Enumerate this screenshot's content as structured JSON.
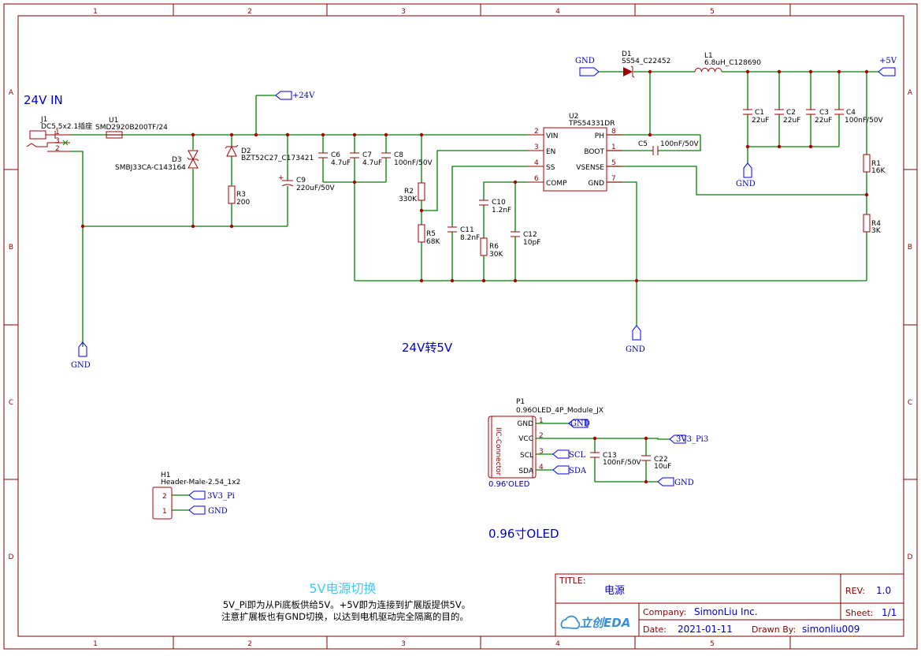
{
  "frame": {
    "cols": [
      "1",
      "2",
      "3",
      "4",
      "5"
    ],
    "rows": [
      "A",
      "B",
      "C",
      "D"
    ]
  },
  "notes": {
    "input": "24V IN",
    "converter": "24V转5V",
    "oled": "0.96寸OLED",
    "switch_title": "5V电源切换",
    "switch_line1": "5V_Pi即为从Pi底板供给5V。+5V即为连接到扩展版提供5V。",
    "switch_line2": "注意扩展板也有GND切换，以达到电机驱动完全隔离的目的。"
  },
  "nets": {
    "gnd": "GND",
    "p24": "+24V",
    "p5": "+5V",
    "v33pi3": "3V3_Pi3",
    "v33pi": "3V3_Pi",
    "scl": "SCL",
    "sda": "SDA"
  },
  "parts": {
    "j1_ref": "J1",
    "j1_val": "DC5.5x2.1插座",
    "u1_ref": "U1",
    "u1_val": "SMD2920B200TF/24",
    "d3_ref": "D3",
    "d3_val": "SMBJ33CA-C143164",
    "d2_ref": "D2",
    "d2_val": "BZT52C27_C173421",
    "r3_ref": "R3",
    "r3_val": "200",
    "c9_ref": "C9",
    "c9_val": "220uF/50V",
    "c6_ref": "C6",
    "c6_val": "4.7uF",
    "c7_ref": "C7",
    "c7_val": "4.7uF",
    "c8_ref": "C8",
    "c8_val": "100nF/50V",
    "r2_ref": "R2",
    "r2_val": "330K",
    "r5_ref": "R5",
    "r5_val": "68K",
    "c11_ref": "C11",
    "c11_val": "8.2nF",
    "c10_ref": "C10",
    "c10_val": "1.2nF",
    "r6_ref": "R6",
    "r6_val": "30K",
    "c12_ref": "C12",
    "c12_val": "10pF",
    "u2_ref": "U2",
    "u2_val": "TPS54331DR",
    "c5_ref": "C5",
    "c5_val": "100nF/50V",
    "d1_ref": "D1",
    "d1_val": "SS54_C22452",
    "l1_ref": "L1",
    "l1_val": "6.8uH_C128690",
    "c1_ref": "C1",
    "c1_val": "22uF",
    "c2_ref": "C2",
    "c2_val": "22uF",
    "c3_ref": "C3",
    "c3_val": "22uF",
    "c4_ref": "C4",
    "c4_val": "100nF/50V",
    "r1_ref": "R1",
    "r1_val": "16K",
    "r4_ref": "R4",
    "r4_val": "3K",
    "p1_ref": "P1",
    "p1_val": "0.96OLED_4P_Module_JX",
    "p1_conn": "IIC-Connector",
    "p1_name": "0.96'OLED",
    "c13_ref": "C13",
    "c13_val": "100nF/50V",
    "c22_ref": "C22",
    "c22_val": "10uF",
    "h1_ref": "H1",
    "h1_val": "Header-Male-2.54_1x2"
  },
  "u2_pins": {
    "vin": "VIN",
    "en": "EN",
    "ss": "SS",
    "comp": "COMP",
    "ph": "PH",
    "boot": "BOOT",
    "vsense": "VSENSE",
    "gnd": "GND",
    "n2": "2",
    "n3": "3",
    "n4": "4",
    "n6": "6",
    "n8": "8",
    "n1": "1",
    "n5": "5",
    "n7": "7"
  },
  "p1_pins": {
    "gnd": "GND",
    "vcc": "VCC",
    "scl": "SCL",
    "sda": "SDA",
    "n1": "1",
    "n2": "2",
    "n3": "3",
    "n4": "4"
  },
  "j1_pins": {
    "n1": "1",
    "n3": "3",
    "n2": "2"
  },
  "h1_pins": {
    "n2": "2",
    "n1": "1"
  },
  "title_block": {
    "title_label": "TITLE:",
    "title": "电源",
    "rev_label": "REV:",
    "rev": "1.0",
    "company_label": "Company:",
    "company": "SimonLiu Inc.",
    "sheet_label": "Sheet:",
    "sheet": "1/1",
    "date_label": "Date:",
    "date": "2021-01-11",
    "drawn_label": "Drawn By:",
    "drawn_by": "simonliu009",
    "logo": "立创EDA"
  },
  "colors": {
    "wire": "#008000",
    "part": "#a00000",
    "net": "#0000ff",
    "frame": "#880000",
    "note": "#0000cc",
    "logo": "#3a8fd8"
  }
}
